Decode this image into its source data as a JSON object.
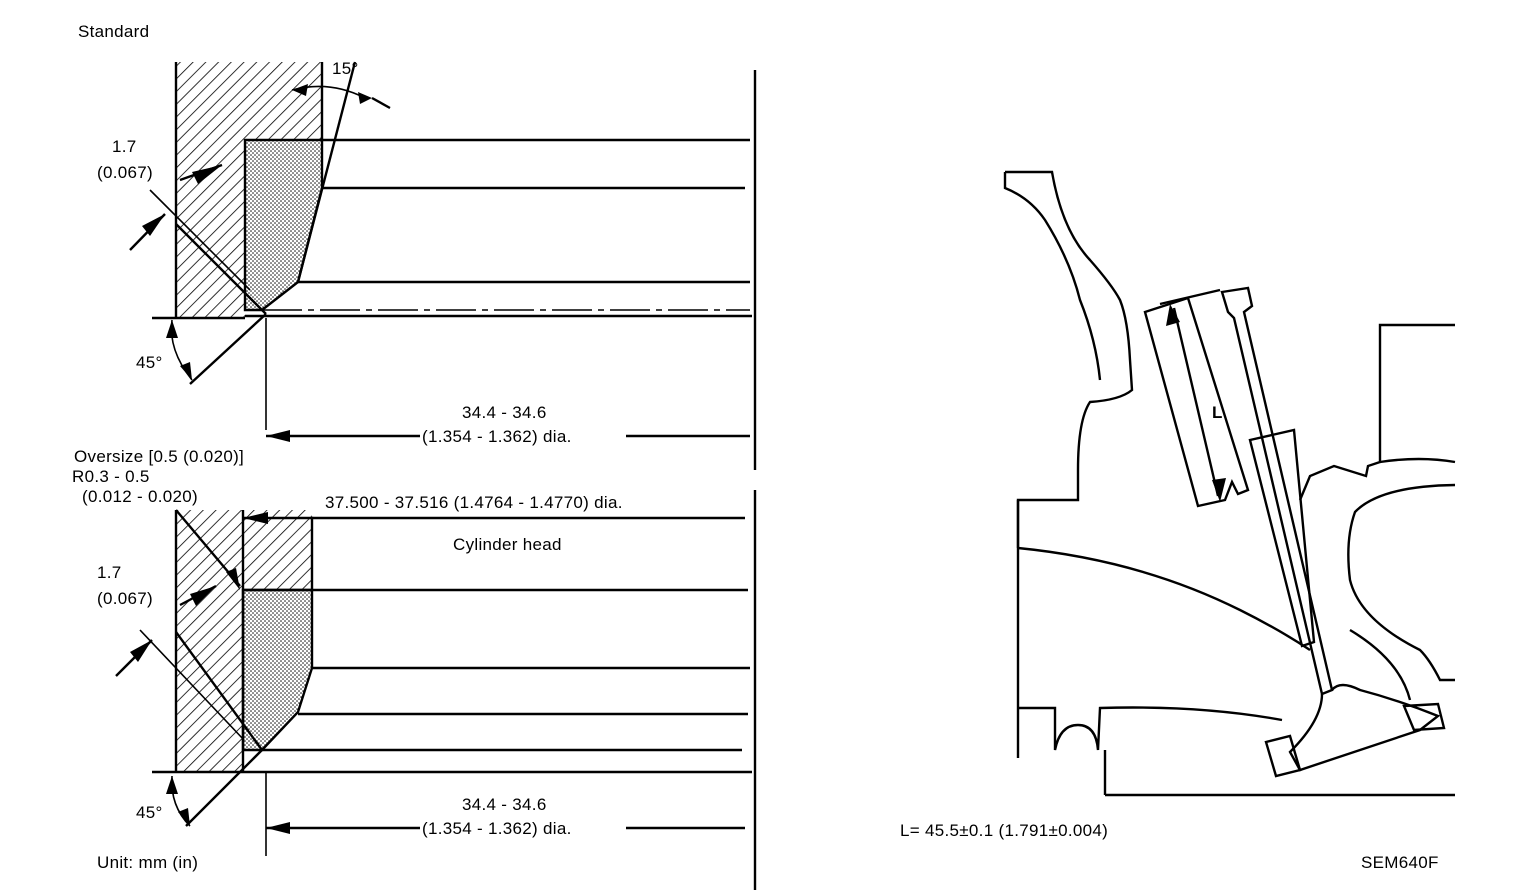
{
  "standard": {
    "title": "Standard",
    "angle_top": "15°",
    "dim_width": "1.7",
    "dim_width_in": "(0.067)",
    "angle_bottom": "45°",
    "dia_mm": "34.4 - 34.6",
    "dia_in": "(1.354 - 1.362) dia."
  },
  "oversize": {
    "title": "Oversize [0.5 (0.020)]",
    "radius": "R0.3 - 0.5",
    "radius_in": "(0.012 - 0.020)",
    "bore": "37.500 - 37.516 (1.4764 - 1.4770) dia.",
    "part": "Cylinder head",
    "dim_width": "1.7",
    "dim_width_in": "(0.067)",
    "angle_bottom": "45°",
    "dia_mm": "34.4 - 34.6",
    "dia_in": "(1.354 - 1.362) dia."
  },
  "unit": "Unit: mm (in)",
  "valve": {
    "label": "L",
    "spec": "L= 45.5±0.1 (1.791±0.004)"
  },
  "figure_code": "SEM640F"
}
